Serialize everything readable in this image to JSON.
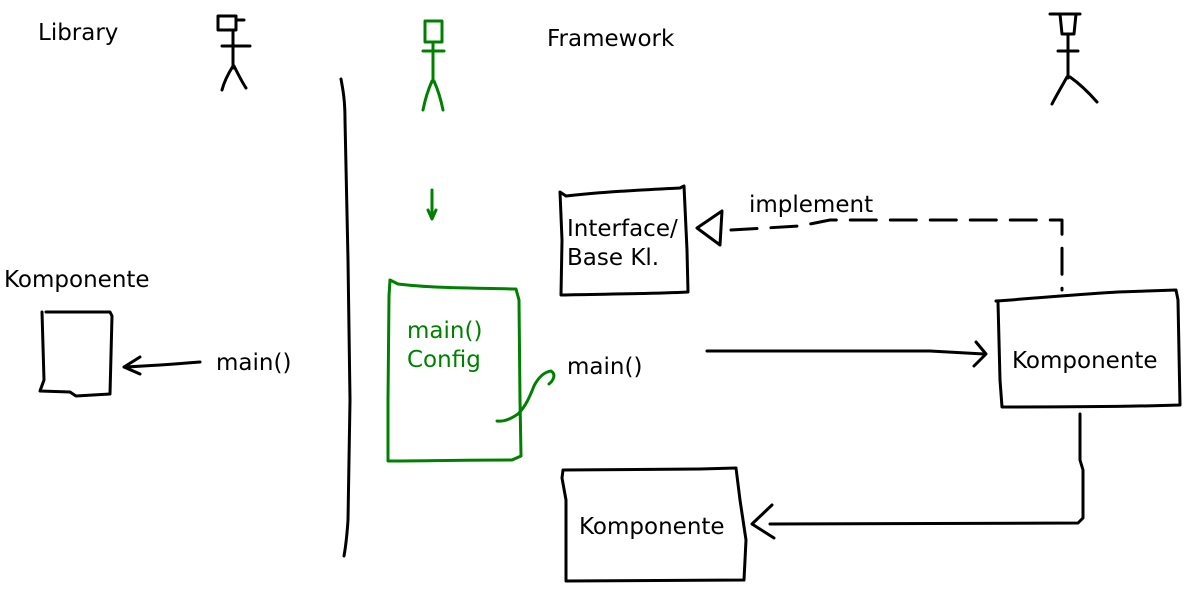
{
  "colors": {
    "ink": "#000000",
    "accent": "#008000",
    "background": "#ffffff"
  },
  "library": {
    "title": "Library",
    "component_label": "Komponente",
    "call_label": "main()"
  },
  "framework": {
    "title": "Framework",
    "config_box": {
      "line1": "main()",
      "line2": "Config"
    },
    "call_label": "main()",
    "interface_box": {
      "line1": "Interface/",
      "line2": "Base Kl."
    },
    "implement_label": "implement",
    "component_right_label": "Komponente",
    "component_bottom_label": "Komponente"
  },
  "icons": {
    "user_library": "stick-figure-icon",
    "user_framework_green": "stick-figure-icon",
    "user_framework_right": "stick-figure-icon"
  }
}
